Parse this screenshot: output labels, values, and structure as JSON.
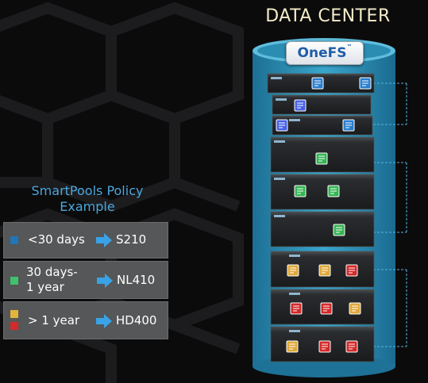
{
  "title": "DATA CENTER",
  "badge": {
    "text": "OneFS",
    "tm": "™"
  },
  "policy": {
    "title_line1": "SmartPools Policy",
    "title_line2": "Example",
    "rows": [
      {
        "line1": "<30 days",
        "line2": "",
        "target": "S210",
        "colors": [
          "#1f76b8"
        ]
      },
      {
        "line1": "30 days-",
        "line2": "1 year",
        "target": "NL410",
        "colors": [
          "#3fc26b"
        ]
      },
      {
        "line1": "> 1 year",
        "line2": "",
        "target": "HD400",
        "colors": [
          "#e2b43a",
          "#d42a2a"
        ]
      }
    ]
  },
  "colors": {
    "accent": "#4aa7dc",
    "blue": "#1f76b8",
    "green": "#3fc26b",
    "yellow": "#e2b43a",
    "red": "#d42a2a"
  },
  "icons": [
    "file-archive-icon",
    "file-edit-icon",
    "file-image-icon",
    "file-chart-icon"
  ]
}
